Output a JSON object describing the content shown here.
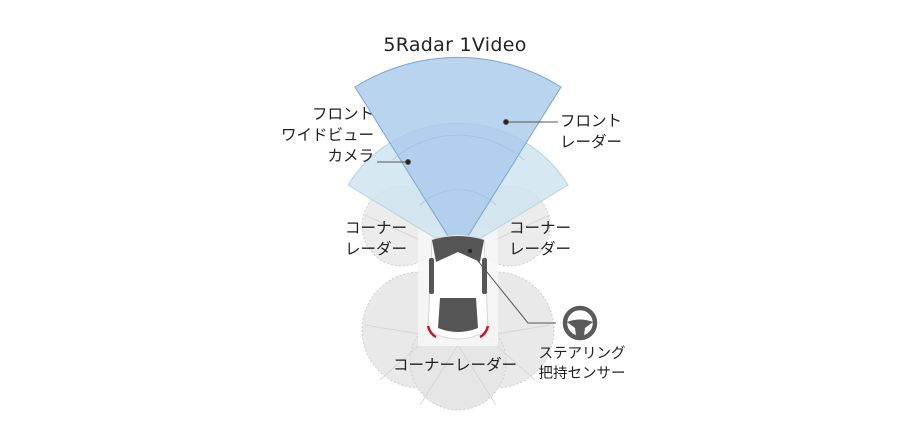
{
  "title": "5Radar 1Video",
  "labels": {
    "front_camera": [
      "フロント",
      "ワイドビュー",
      "カメラ"
    ],
    "front_radar": [
      "フロント",
      "レーダー"
    ],
    "corner_radar_left": [
      "コーナー",
      "レーダー"
    ],
    "corner_radar_right": [
      "コーナー",
      "レーダー"
    ],
    "corner_radar_rear": "コーナーレーダー",
    "steering_sensor": [
      "ステアリング",
      "把持センサー"
    ]
  },
  "icons": {
    "steering": "steering-wheel-icon",
    "car": "car-top-view-icon"
  },
  "colors": {
    "front_radar_fill": "#b7d3ee",
    "front_radar_stroke": "#7da3cc",
    "camera_fill": "#d4e7f1",
    "corner_radar_fill": "#e9e9e9",
    "corner_radar_stroke": "#c9c9c9",
    "car_glass": "#555555",
    "tail_light": "#d0102a",
    "steering_icon": "#5a5a5a"
  }
}
